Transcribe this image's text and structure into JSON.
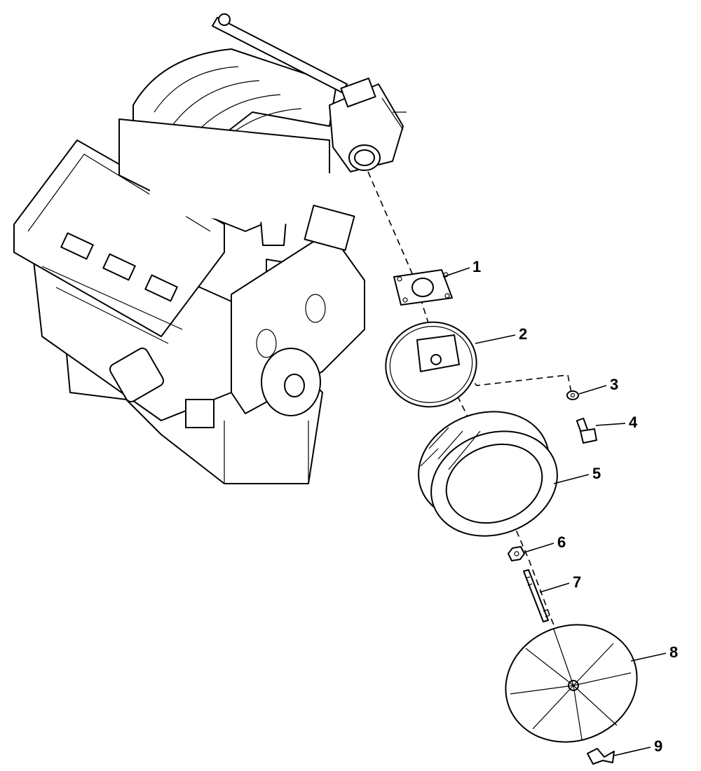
{
  "diagram": {
    "callouts": [
      {
        "number": "1",
        "part": "throttle-body-gasket"
      },
      {
        "number": "2",
        "part": "air-cleaner-housing"
      },
      {
        "number": "3",
        "part": "nut"
      },
      {
        "number": "4",
        "part": "bolt"
      },
      {
        "number": "5",
        "part": "air-filter-element"
      },
      {
        "number": "6",
        "part": "stud-nut"
      },
      {
        "number": "7",
        "part": "stud"
      },
      {
        "number": "8",
        "part": "air-cleaner-cover"
      },
      {
        "number": "9",
        "part": "wing-nut"
      }
    ]
  }
}
